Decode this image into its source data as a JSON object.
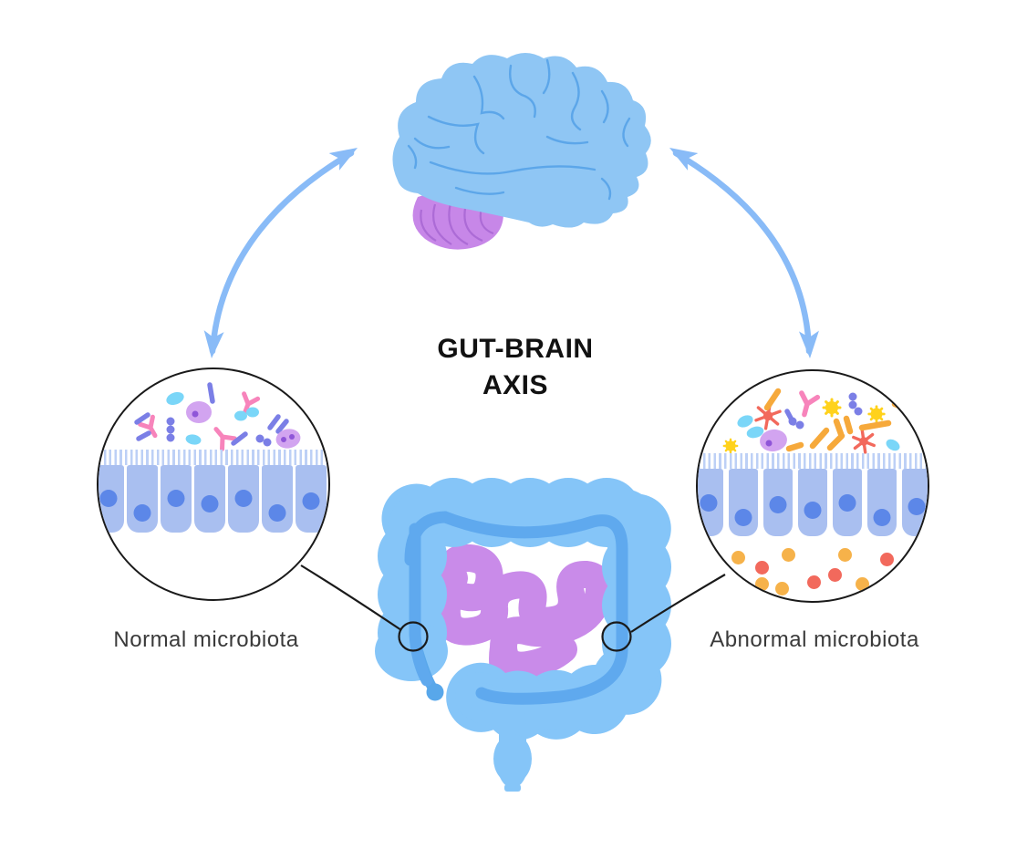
{
  "title": {
    "line1": "GUT-BRAIN",
    "line2": "AXIS"
  },
  "panels": {
    "normal": {
      "label": "Normal microbiota"
    },
    "abnormal": {
      "label": "Abnormal microbiota"
    }
  },
  "icons": {
    "brain": "brain-icon",
    "cerebellum": "cerebellum-icon",
    "left_arrow": "curved-double-arrow-icon",
    "right_arrow": "curved-double-arrow-icon",
    "intestine": "intestine-icon",
    "appendix": "appendix-icon",
    "normal_view": "magnifier-circle-icon",
    "abnormal_view": "magnifier-circle-icon",
    "microbes": [
      "antibody-icon",
      "bacillus-rod-icon",
      "coccus-oval-icon",
      "streptococcus-chain-icon",
      "protozoa-oval-icon",
      "spiky-pathogen-icon",
      "sun-pathogen-icon",
      "leaked-particle-dot"
    ]
  },
  "colors": {
    "background": "#ffffff",
    "brain": "#8fc6f4",
    "brain_sulci": "#5ca6e9",
    "cerebellum": "#c787e8",
    "cerebellum_lines": "#ac6bd6",
    "arrow": "#89bbf7",
    "colon": "#85c5f8",
    "colon_shading": "#5fa9ee",
    "appendix": "#58a7ea",
    "small_intestine": "#c98be9",
    "epithelial_cell": "#a9bff0",
    "cell_nucleus": "#5c87e8",
    "microvilli": "#bdd0f6",
    "microbe_pink": "#f784bb",
    "microbe_cyan": "#7ad6f8",
    "microbe_violet": "#7b7fe6",
    "microbe_lavender": "#d2a4f0",
    "microbe_lavender_dot": "#8f55d8",
    "microbe_orange": "#f6a93b",
    "microbe_red": "#f2695c",
    "microbe_yellow": "#ffd21c",
    "leaked_dot_orange": "#f6b24a",
    "leaked_dot_coral": "#f2695c",
    "outline": "#1a1a1a",
    "title_text": "#111111",
    "label_text": "#3a3a3a"
  }
}
